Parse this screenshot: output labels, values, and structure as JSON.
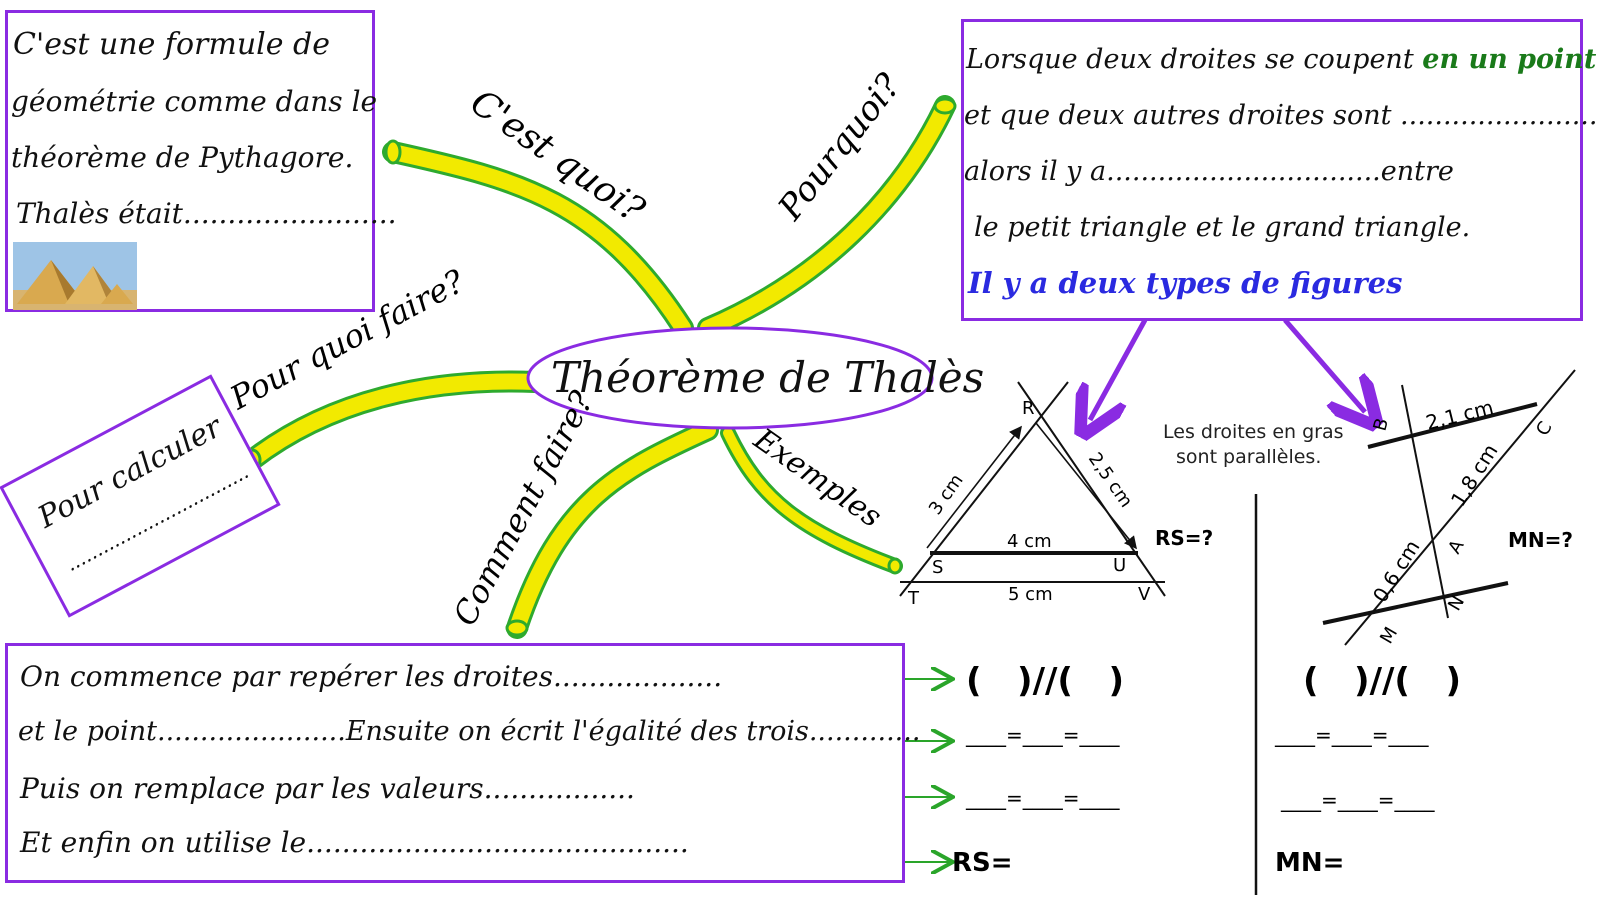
{
  "center": {
    "title": "Théorème de Thalès"
  },
  "branches": {
    "what": "C'est quoi?",
    "why": "Pourquoi?",
    "purpose": "Pour quoi faire?",
    "how": "Comment faire?",
    "examples": "Exemples"
  },
  "box_what": {
    "lines": [
      "C'est une formule de",
      "géométrie comme dans le",
      "théorème de Pythagore.",
      "Thalès était........................"
    ]
  },
  "box_why": {
    "line1_start": "Lorsque deux droites se coupent ",
    "line1_highlight": "en un point",
    "line2": "et que deux autres droites sont ...........................",
    "line3": "alors il y a................................entre",
    "line4": "le petit triangle et le grand triangle.",
    "line5": "Il y a deux types de figures"
  },
  "box_purpose": {
    "line1": "Pour calculer",
    "line2": "................................"
  },
  "box_how": {
    "lines": [
      "On commence par repérer les droites...................",
      "et le point......................Ensuite on écrit l'égalité des trois.............",
      "Puis on remplace par les valeurs.................",
      "Et enfin on utilise le..........................................."
    ]
  },
  "figure1": {
    "labels": {
      "R": "R",
      "S": "S",
      "U": "U",
      "T": "T",
      "V": "V"
    },
    "lengths": {
      "RT": "3 cm",
      "RV": "2,5 cm",
      "SU": "4 cm",
      "TV": "5 cm"
    },
    "question": "RS=?"
  },
  "figure2": {
    "note": [
      "Les droites en gras",
      "sont parallèles."
    ],
    "labels": {
      "B": "B",
      "C": "C",
      "A": "A",
      "M": "M",
      "N": "N"
    },
    "lengths": {
      "BC": "2,1 cm",
      "AC": "1,8 cm",
      "AM": "0,6 cm"
    },
    "question": "MN=?"
  },
  "answers_left": {
    "parallel": "(   )//(   )",
    "eq1": "____=____=____",
    "eq2": "____=____=____",
    "result": "RS="
  },
  "answers_right": {
    "parallel": "(   )//(   )",
    "eq1": "____=____=____",
    "eq2": "____=____=____",
    "result": "MN="
  },
  "colors": {
    "border": "#8a2be2",
    "tube_fill": "#f2ea00",
    "tube_edge": "#2eaa2e",
    "green_text": "#1a7a1a",
    "blue_text": "#2a2ae0",
    "arrow_green": "#2aa52a"
  }
}
